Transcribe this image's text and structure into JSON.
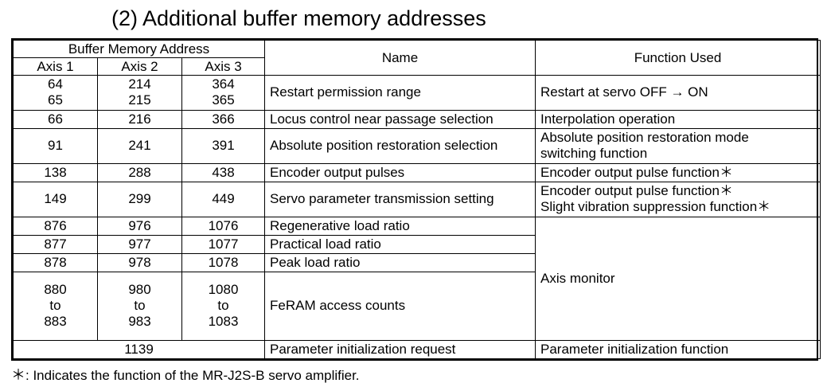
{
  "title": "(2) Additional buffer memory addresses",
  "header": {
    "group": "Buffer Memory Address",
    "axis1": "Axis 1",
    "axis2": "Axis 2",
    "axis3": "Axis 3",
    "name": "Name",
    "function": "Function Used"
  },
  "rows": [
    {
      "a1": [
        "64",
        "65"
      ],
      "a2": [
        "214",
        "215"
      ],
      "a3": [
        "364",
        "365"
      ],
      "name": "Restart permission range",
      "func": [
        "Restart at servo OFF → ON"
      ]
    },
    {
      "a1": [
        "66"
      ],
      "a2": [
        "216"
      ],
      "a3": [
        "366"
      ],
      "name": "Locus control near passage selection",
      "func": [
        "Interpolation operation"
      ]
    },
    {
      "a1": [
        "91"
      ],
      "a2": [
        "241"
      ],
      "a3": [
        "391"
      ],
      "name": "Absolute position restoration selection",
      "func": [
        "Absolute position restoration mode",
        "switching function"
      ]
    },
    {
      "a1": [
        "138"
      ],
      "a2": [
        "288"
      ],
      "a3": [
        "438"
      ],
      "name": "Encoder output pulses",
      "func": [
        "Encoder output pulse function＊"
      ]
    },
    {
      "a1": [
        "149"
      ],
      "a2": [
        "299"
      ],
      "a3": [
        "449"
      ],
      "name": "Servo parameter transmission setting",
      "func": [
        "Encoder output pulse function＊",
        "Slight vibration suppression function＊"
      ]
    },
    {
      "a1": [
        "876"
      ],
      "a2": [
        "976"
      ],
      "a3": [
        "1076"
      ],
      "name": "Regenerative load ratio"
    },
    {
      "a1": [
        "877"
      ],
      "a2": [
        "977"
      ],
      "a3": [
        "1077"
      ],
      "name": "Practical load ratio"
    },
    {
      "a1": [
        "878"
      ],
      "a2": [
        "978"
      ],
      "a3": [
        "1078"
      ],
      "name": "Peak load ratio"
    },
    {
      "a1": [
        "880",
        "to",
        "883"
      ],
      "a2": [
        "980",
        "to",
        "983"
      ],
      "a3": [
        "1080",
        "to",
        "1083"
      ],
      "name": "FeRAM access counts"
    }
  ],
  "axis_monitor": "Axis monitor",
  "last_row": {
    "address": "1139",
    "name": "Parameter initialization request",
    "func": "Parameter initialization function"
  },
  "footnote": {
    "mark": "＊",
    "text": ": Indicates the function of the MR-J2S-B servo amplifier."
  }
}
